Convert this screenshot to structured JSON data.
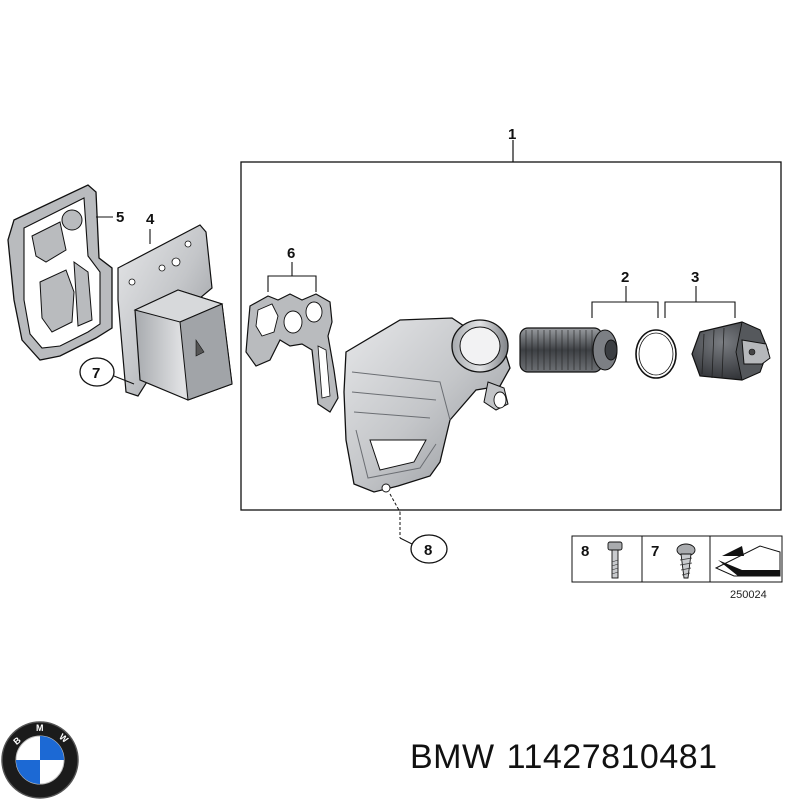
{
  "callouts": {
    "c1": "1",
    "c2": "2",
    "c3": "3",
    "c4": "4",
    "c5": "5",
    "c6": "6",
    "c7": "7",
    "c8": "8"
  },
  "legend": {
    "item_a": "8",
    "item_b": "7"
  },
  "drawing_number": "250024",
  "logo": {
    "name": "bmw-logo-icon",
    "letters": "BMW"
  },
  "footer": {
    "brand": "BMW",
    "part_number": "11427810481"
  },
  "colors": {
    "line": "#111111",
    "part_fill": "#c9cbce",
    "part_dark": "#8d9095",
    "logo_blue": "#1c69d4"
  }
}
